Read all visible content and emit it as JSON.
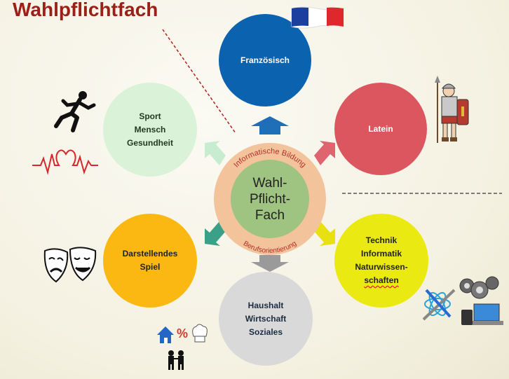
{
  "title": "Wahlpflichtfach",
  "center": {
    "line1": "Wahl-",
    "line2": "Pflicht-",
    "line3": "Fach",
    "arc_top": "Informatische Bildung",
    "arc_bottom": "Berufsorientierung"
  },
  "bubbles": {
    "franzoesisch": [
      "Französisch"
    ],
    "latein": [
      "Latein"
    ],
    "sport": [
      "Sport",
      "Mensch",
      "Gesundheit"
    ],
    "darstellendes": [
      "Darstellendes",
      "Spiel"
    ],
    "technik": [
      "Technik",
      "Informatik",
      "Naturwissen-",
      "schaften"
    ],
    "haushalt": [
      "Haushalt",
      "Wirtschaft",
      "Soziales"
    ]
  },
  "icons": {
    "flag": "french-flag-icon",
    "soldier": "roman-soldier-icon",
    "runner": "runner-icon",
    "heartbeat": "heartbeat-icon",
    "masks": "theater-masks-icon",
    "tech": "technology-icon",
    "household": "household-icon"
  },
  "colors": {
    "title": "#9a2018",
    "franzoesisch": "#0b63b0",
    "latein": "#dc5660",
    "sport": "#d9f2d8",
    "darstellendes": "#fbb812",
    "technik": "#eaea12",
    "haushalt": "#d9d9d9",
    "center_ring": "#f3c39c",
    "center_core": "#9fc380"
  },
  "percent_sign": "%"
}
